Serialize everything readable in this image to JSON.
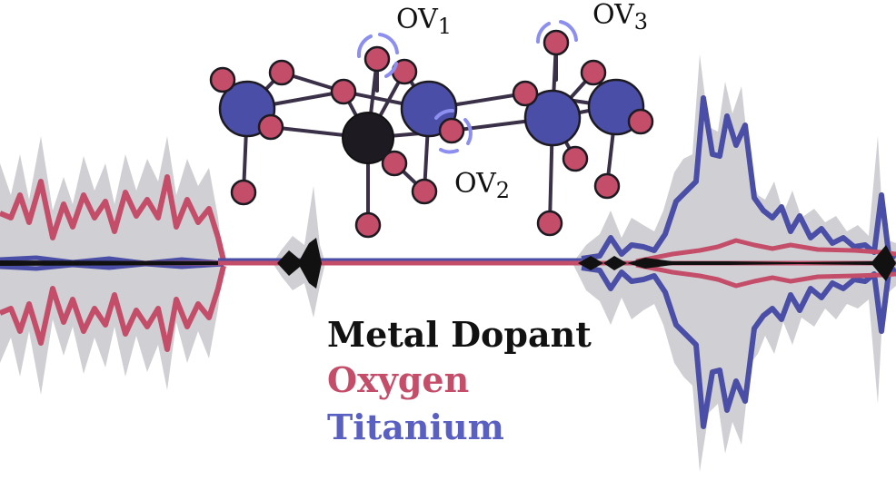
{
  "labels": {
    "ov1": {
      "base": "OV",
      "sub": "1"
    },
    "ov2": {
      "base": "OV",
      "sub": "2"
    },
    "ov3": {
      "base": "OV",
      "sub": "3"
    }
  },
  "legend": [
    {
      "text": "Metal Dopant",
      "color": "#111111"
    },
    {
      "text": "Oxygen",
      "color": "#c44e6a"
    },
    {
      "text": "Titanium",
      "color": "#5a5fc2"
    }
  ],
  "colors": {
    "oxygen": "#c44e6a",
    "titanium": "#4a4ea6",
    "metal": "#1e1a22",
    "halo": "#c8c8cc",
    "vacancy_arc": "#8c8ff0",
    "bond": "#3a3048"
  }
}
